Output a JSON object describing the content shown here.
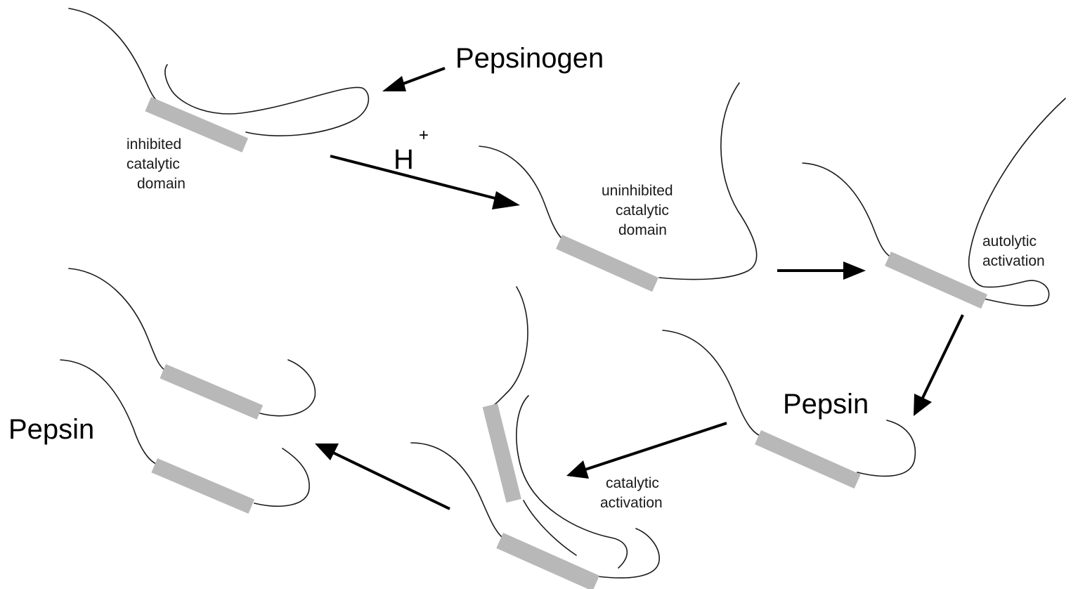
{
  "diagram": {
    "labels": {
      "pepsinogen": "Pepsinogen",
      "h": "H",
      "h_superscript": "+",
      "inhibited_line1": "inhibited",
      "inhibited_line2": "catalytic",
      "inhibited_line3": "domain",
      "uninhibited_line1": "uninhibited",
      "uninhibited_line2": "catalytic",
      "uninhibited_line3": "domain",
      "autolytic_line1": "autolytic",
      "autolytic_line2": "activation",
      "pepsin_right": "Pepsin",
      "catalytic_activation_line1": "catalytic",
      "catalytic_activation_line2": "activation",
      "pepsin_left": "Pepsin"
    },
    "colors": {
      "domain_fill": "#b8b8b8",
      "chain_stroke": "#1a1a1a",
      "arrow": "#000000",
      "background": "#ffffff"
    }
  }
}
